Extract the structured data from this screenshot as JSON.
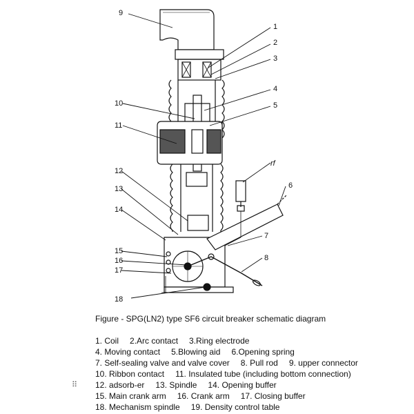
{
  "callouts": [
    "9",
    "1",
    "2",
    "3",
    "4",
    "10",
    "5",
    "11",
    "12",
    "13",
    "14",
    "15",
    "16",
    "17",
    "18",
    "6",
    "7",
    "8"
  ],
  "rf_label": "rf",
  "caption": "Figure - SPG(LN2) type SF6 circuit breaker schematic diagram",
  "legend_rows": [
    [
      "1.  Coil",
      "2.Arc contact",
      "3.Ring electrode"
    ],
    [
      "4.  Moving contact",
      "5.Blowing aid",
      "6.Opening spring"
    ],
    [
      "7.  Self-sealing valve and valve cover",
      "8. Pull rod",
      "9. upper connector"
    ],
    [
      "10. Ribbon contact",
      "11. Insulated tube (including bottom connection)"
    ],
    [
      "12. adsorb-er",
      "13. Spindle",
      "14. Opening buffer"
    ],
    [
      "15. Main crank arm",
      "16. Crank arm",
      "17. Closing buffer"
    ],
    [
      "18. Mechanism spindle",
      "19. Density control table"
    ]
  ],
  "dots_glyph": "⠿"
}
